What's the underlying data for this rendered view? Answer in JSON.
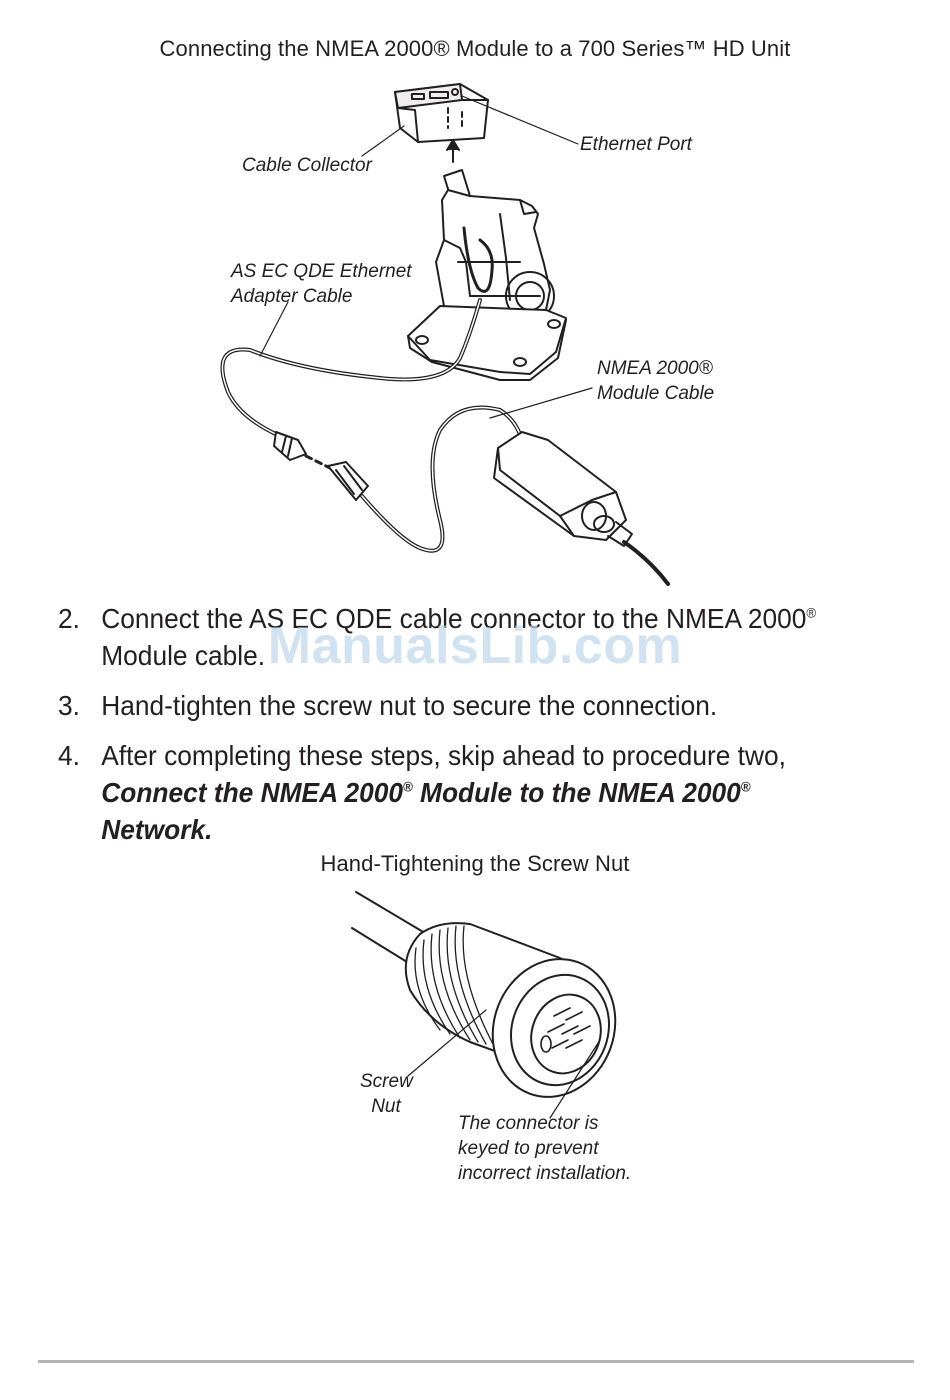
{
  "figure1": {
    "title": "Connecting the NMEA 2000® Module to a 700 Series™ HD Unit",
    "callouts": {
      "cable_collector": "Cable Collector",
      "ethernet_port": "Ethernet Port",
      "adapter_cable_line1": "AS EC QDE Ethernet",
      "adapter_cable_line2": "Adapter Cable",
      "module_cable_line1": "NMEA 2000®",
      "module_cable_line2": "Module Cable"
    }
  },
  "steps": [
    {
      "number": "2.",
      "text_a": "Connect the AS EC QDE cable connector to the NMEA 2000",
      "sup": "®",
      "text_b": " Module cable."
    },
    {
      "number": "3.",
      "text": "Hand-tighten the screw nut to secure the connection."
    },
    {
      "number": "4.",
      "text_a": "After completing these steps, skip ahead to procedure two, ",
      "emph_a": "Connect the NMEA 2000",
      "sup1": "®",
      "emph_b": " Module to the NMEA 2000",
      "sup2": "®",
      "emph_c": " Network."
    }
  ],
  "watermark": "ManualsLib.com",
  "figure2": {
    "title": "Hand-Tightening the Screw Nut",
    "callouts": {
      "screw_nut_line1": "Screw",
      "screw_nut_line2": "Nut",
      "keyed_line1": "The connector is",
      "keyed_line2": "keyed to prevent",
      "keyed_line3": "incorrect installation."
    }
  }
}
